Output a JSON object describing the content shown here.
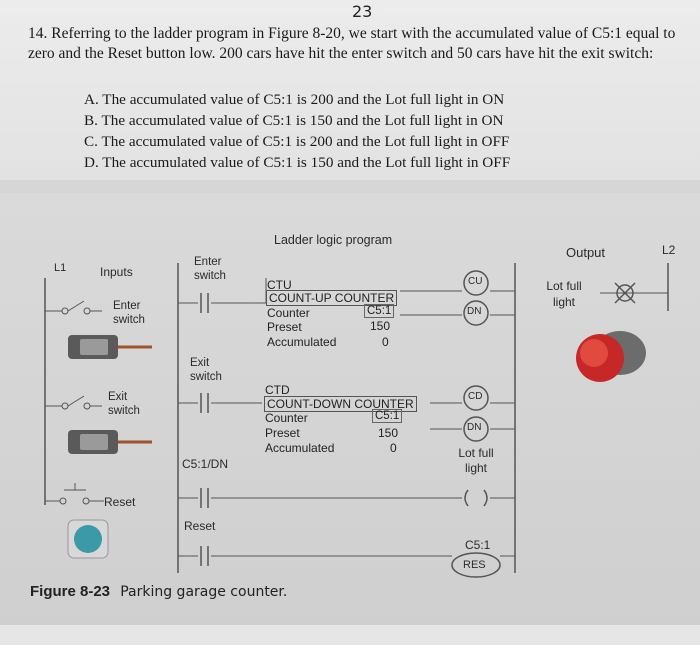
{
  "question": {
    "handwritten_number": "23",
    "text": "14. Referring to the ladder program in Figure 8-20, we start with the accumulated value of C5:1 equal to zero and the Reset button low. 200 cars have hit the enter switch and 50 cars have hit the exit switch:",
    "options": [
      "A. The accumulated value of C5:1 is 200 and the Lot full light in ON",
      "B. The accumulated value of C5:1 is 150 and the Lot full light in ON",
      "C. The accumulated value of C5:1 is 200 and the Lot full light in OFF",
      "D. The accumulated value of C5:1 is 150 and the Lot full light in OFF"
    ]
  },
  "figure": {
    "program_title": "Ladder logic program",
    "output_heading": "Output",
    "l1": "L1",
    "l2": "L2",
    "inputs_heading": "Inputs",
    "enter_switch": "Enter switch",
    "exit_switch": "Exit switch",
    "reset_input": "Reset",
    "rung_labels": {
      "enter": "Enter switch",
      "exit": "Exit switch",
      "dn": "C5:1/DN",
      "reset": "Reset"
    },
    "ctu": {
      "tag": "CTU",
      "title": "COUNT-UP COUNTER",
      "counter_label": "Counter",
      "counter_value": "C5:1",
      "preset_label": "Preset",
      "preset_value": "150",
      "acc_label": "Accumulated",
      "acc_value": "0"
    },
    "ctd": {
      "tag": "CTD",
      "title": "COUNT-DOWN COUNTER",
      "counter_label": "Counter",
      "counter_value": "C5:1",
      "preset_label": "Preset",
      "preset_value": "150",
      "acc_label": "Accumulated",
      "acc_value": "0"
    },
    "coils": {
      "cu": "CU",
      "dn1": "DN",
      "cd": "CD",
      "dn2": "DN",
      "lot_full": "Lot full light",
      "res_tag": "C5:1",
      "res": "RES"
    },
    "lot_full_output": "Lot full light",
    "caption_number": "Figure 8-23",
    "caption_text": "Parking garage counter."
  }
}
